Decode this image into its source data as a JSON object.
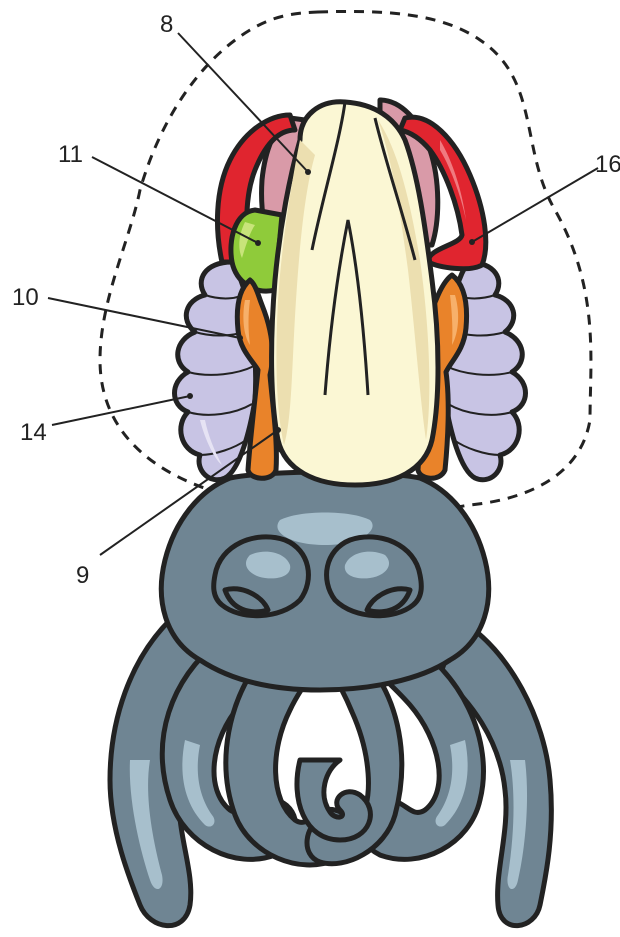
{
  "diagram": {
    "labels": {
      "l8": "8",
      "l9": "9",
      "l10": "10",
      "l11": "11",
      "l14": "14",
      "l16": "16"
    },
    "colors": {
      "outline": "#222222",
      "body_gray": "#6f8593",
      "body_highlight": "#a7bfcc",
      "mantle_gland": "#fbf7d4",
      "gill_lavender": "#c8c4e4",
      "heart_orange": "#e9832a",
      "vessel_red": "#e0252f",
      "organ_green": "#8fcb3a",
      "pale_green": "#dde9a6",
      "pink": "#d99aa8"
    }
  }
}
